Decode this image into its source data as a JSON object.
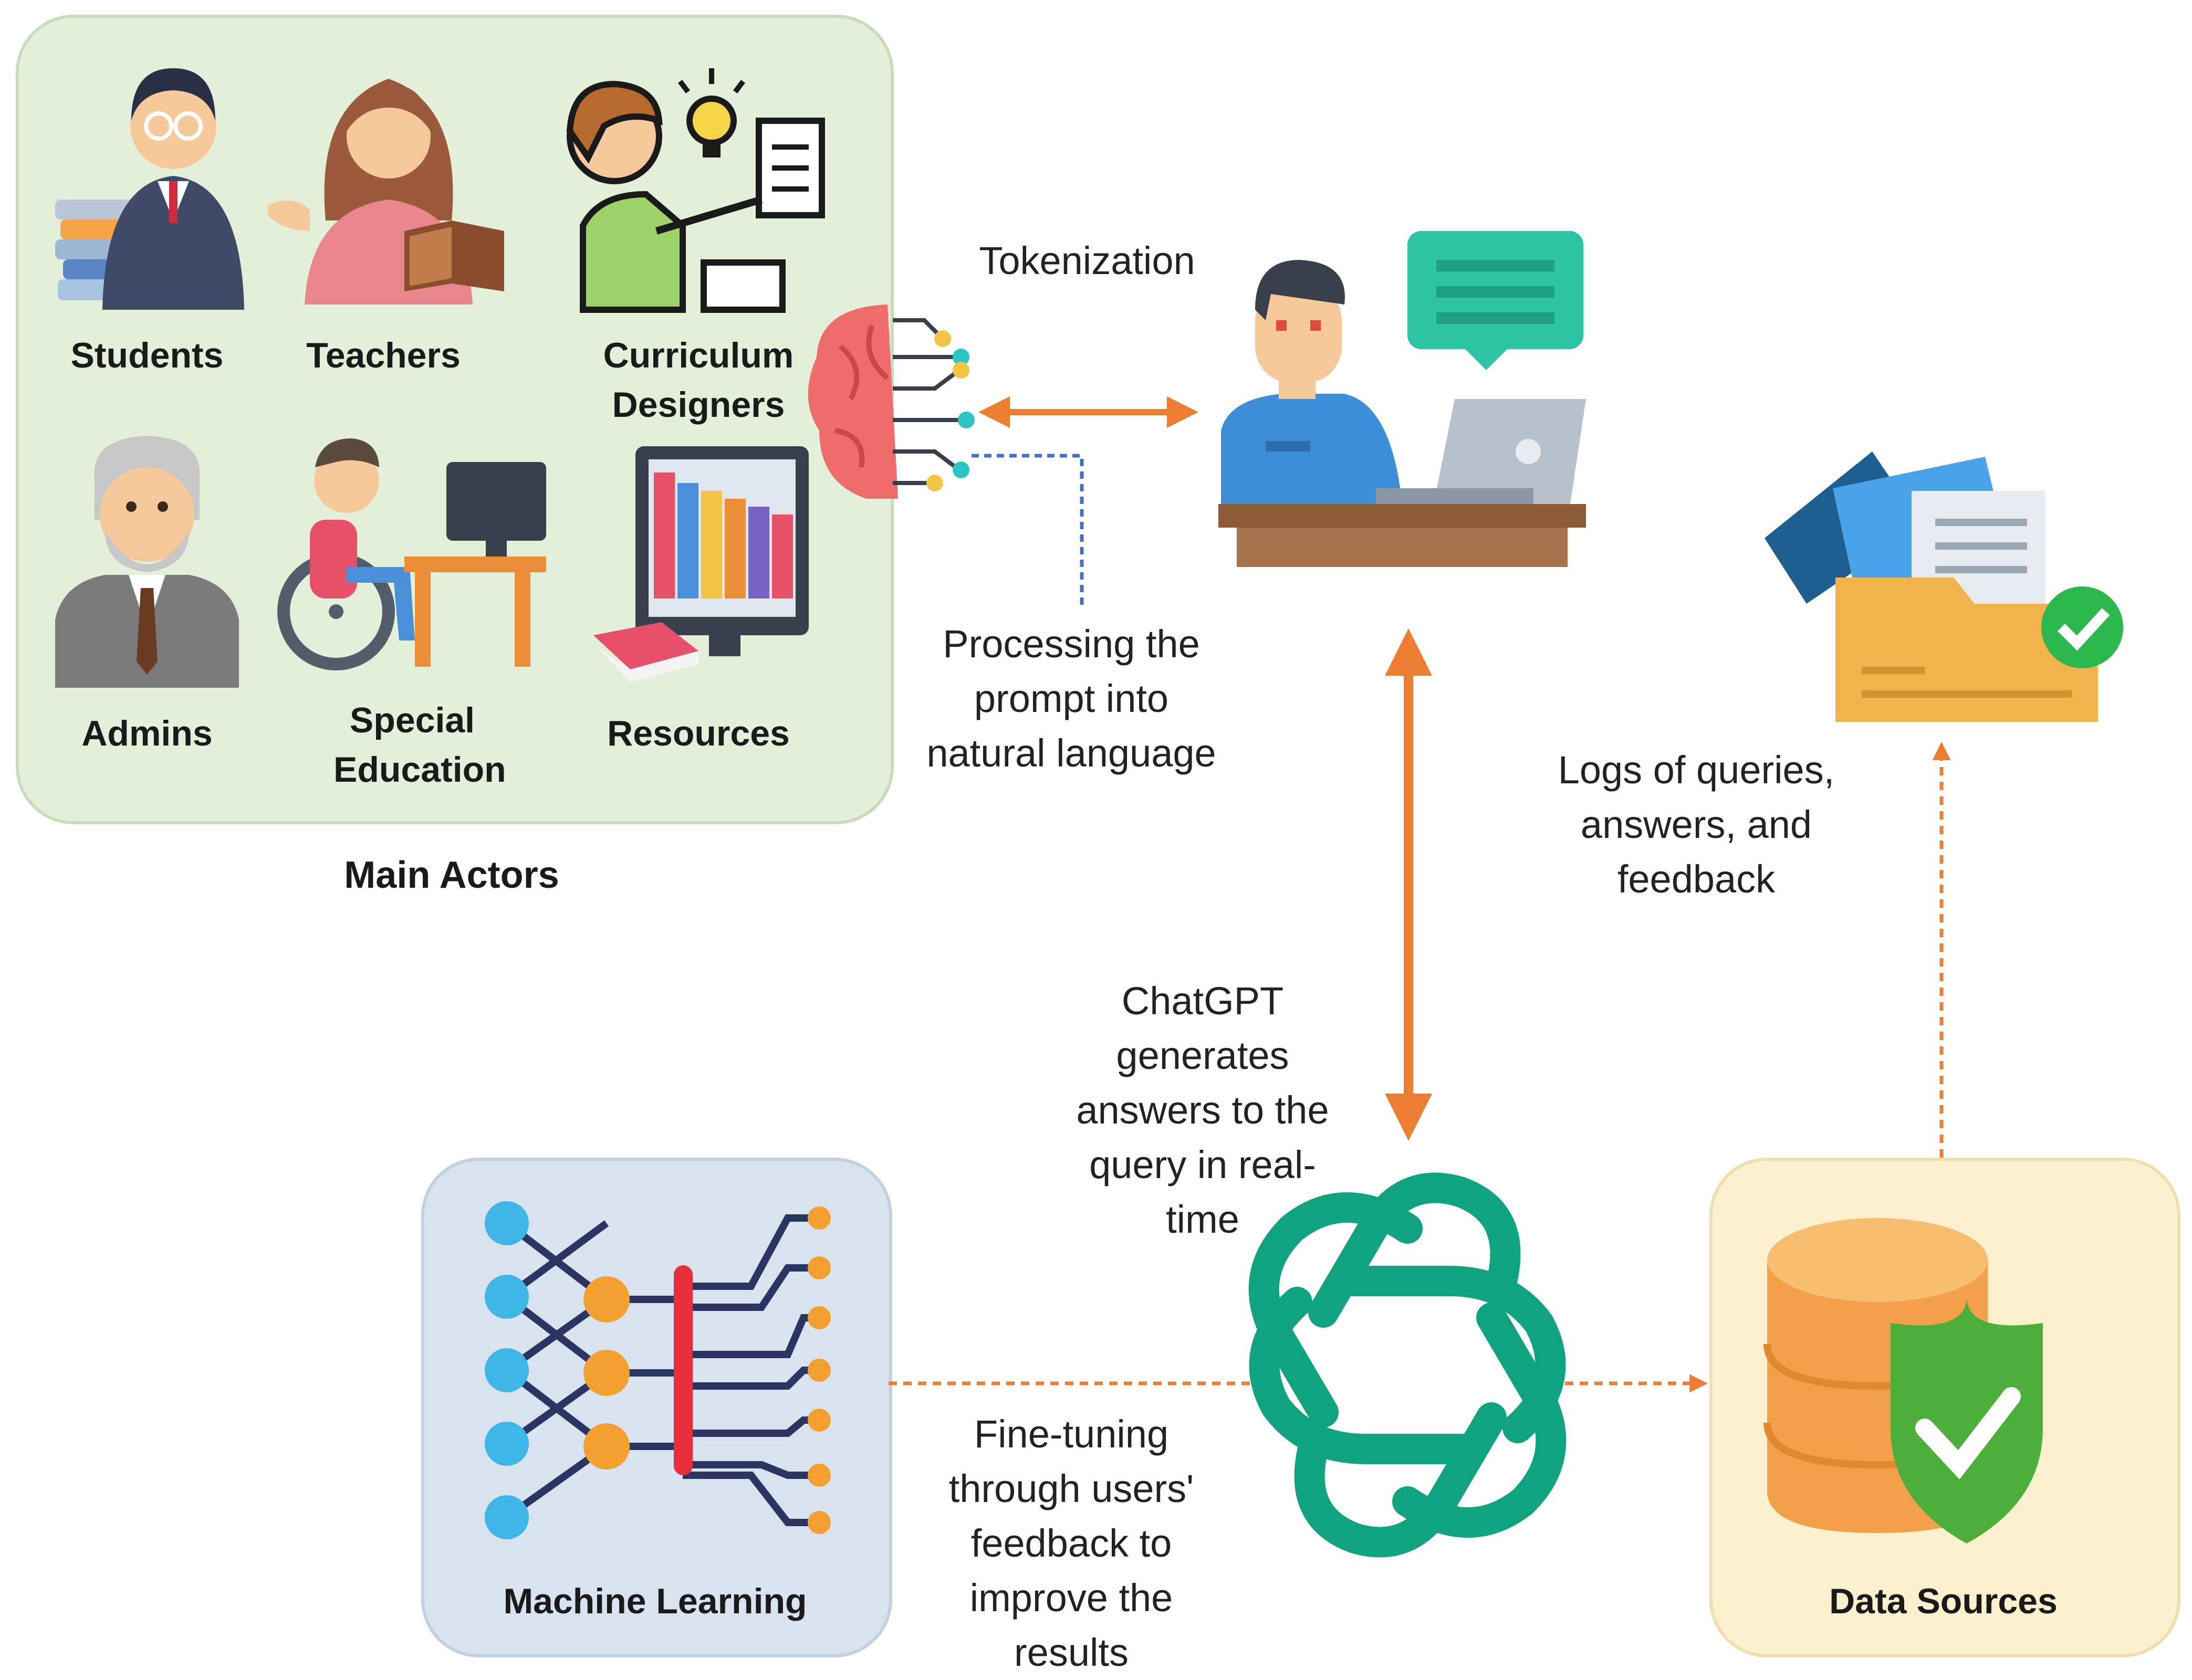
{
  "actors": {
    "title": "Main Actors",
    "items": [
      {
        "label": "Students",
        "icon": "student-icon"
      },
      {
        "label": "Teachers",
        "icon": "teacher-icon"
      },
      {
        "label": "Curriculum Designers",
        "icon": "curriculum-designer-icon"
      },
      {
        "label": "Admins",
        "icon": "admin-icon"
      },
      {
        "label": "Special Education",
        "icon": "special-education-icon"
      },
      {
        "label": "Resources",
        "icon": "resources-icon"
      }
    ]
  },
  "process": {
    "tokenization": "Tokenization",
    "processing": "Processing the\nprompt into\nnatural language",
    "chatgpt": "ChatGPT\ngenerates\nanswers to the\nquery in real-\ntime",
    "logs": "Logs of queries,\nanswers, and\nfeedback",
    "fine_tuning": "Fine-tuning\nthrough users'\nfeedback to\nimprove the\nresults"
  },
  "machine_learning": {
    "label": "Machine Learning",
    "icon": "neural-network-icon"
  },
  "data_sources": {
    "label": "Data Sources",
    "icon": "database-shield-icon"
  },
  "icons": [
    "brain-icon",
    "user-at-laptop-icon",
    "folder-documents-icon",
    "chatgpt-logo-icon"
  ],
  "colors": {
    "arrow": "#ed7d31",
    "connector_blue": "#4472c4",
    "actors_bg": "#e3efd9",
    "ml_bg": "#d9e3ef",
    "ds_bg": "#fcf0cf",
    "chatgpt_green": "#10a37f"
  }
}
